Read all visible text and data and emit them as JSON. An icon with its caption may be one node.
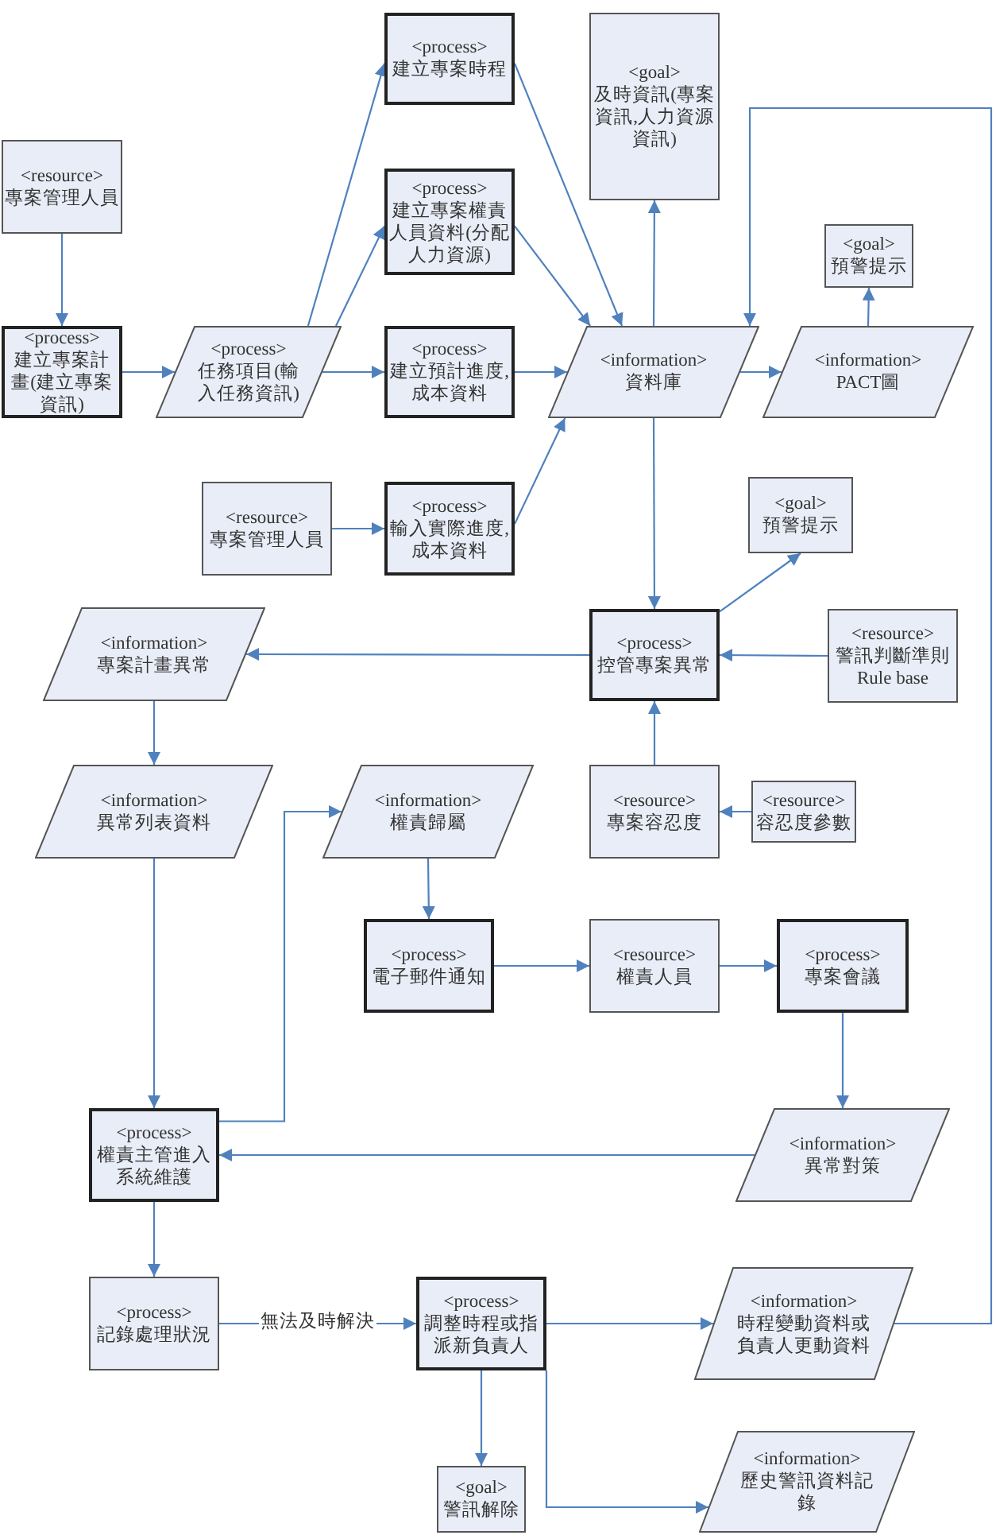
{
  "diagram": {
    "nodes": [
      {
        "text": [
          "<resource>",
          "專案管理人員"
        ]
      },
      {
        "text": [
          "<process>",
          "建立專案計畫(建立專案資訊)"
        ]
      },
      {
        "text": [
          "<process>",
          "任務項目(輸入任務資訊)"
        ]
      },
      {
        "text": [
          "<process>",
          "建立專案時程"
        ]
      },
      {
        "text": [
          "<process>",
          "建立專案權責人員資料(分配人力資源)"
        ]
      },
      {
        "text": [
          "<process>",
          "建立預計進度,成本資料"
        ]
      },
      {
        "text": [
          "<goal>",
          "及時資訊(專案資訊,人力資源資訊)"
        ]
      },
      {
        "text": [
          "<information>",
          "資料庫"
        ]
      },
      {
        "text": [
          "<goal>",
          "預警提示"
        ]
      },
      {
        "text": [
          "<information>",
          "PACT圖"
        ]
      },
      {
        "text": [
          "<resource>",
          "專案管理人員"
        ]
      },
      {
        "text": [
          "<process>",
          "輸入實際進度,成本資料"
        ]
      },
      {
        "text": [
          "<goal>",
          "預警提示"
        ]
      },
      {
        "text": [
          "<information>",
          "專案計畫異常"
        ]
      },
      {
        "text": [
          "<process>",
          "控管專案異常"
        ]
      },
      {
        "text": [
          "<resource>",
          "警訊判斷準則 Rule base"
        ]
      },
      {
        "text": [
          "<information>",
          "異常列表資料"
        ]
      },
      {
        "text": [
          "<information>",
          "權責歸屬"
        ]
      },
      {
        "text": [
          "<resource>",
          "專案容忍度"
        ]
      },
      {
        "text": [
          "<resource>",
          "容忍度參數"
        ]
      },
      {
        "text": [
          "<process>",
          "電子郵件通知"
        ]
      },
      {
        "text": [
          "<resource>",
          "權責人員"
        ]
      },
      {
        "text": [
          "<process>",
          "專案會議"
        ]
      },
      {
        "text": [
          "<process>",
          "權責主管進入系統維護"
        ]
      },
      {
        "text": [
          "<information>",
          "異常對策"
        ]
      },
      {
        "text": [
          "<process>",
          "記錄處理狀況"
        ]
      },
      {
        "text": [
          "<process>",
          "調整時程或指派新負責人"
        ]
      },
      {
        "text": [
          "<information>",
          "時程變動資料或負責人更動資料"
        ]
      },
      {
        "text": [
          "<goal>",
          "警訊解除"
        ]
      },
      {
        "text": [
          "<information>",
          "歷史警訊資料記錄"
        ]
      }
    ],
    "edges": [
      {
        "from": 0,
        "to": 1,
        "arrow": "to"
      },
      {
        "from": 1,
        "to": 2,
        "arrow": "to"
      },
      {
        "from": 2,
        "to": 3,
        "arrow": "to"
      },
      {
        "from": 2,
        "to": 4,
        "arrow": "to"
      },
      {
        "from": 2,
        "to": 5,
        "arrow": "to"
      },
      {
        "from": 3,
        "to": 7,
        "arrow": "to"
      },
      {
        "from": 4,
        "to": 7,
        "arrow": "to"
      },
      {
        "from": 5,
        "to": 7,
        "arrow": "to"
      },
      {
        "from": 11,
        "to": 7,
        "arrow": "to"
      },
      {
        "from": 7,
        "to": 6,
        "arrow": "to"
      },
      {
        "from": 7,
        "to": 9,
        "arrow": "to"
      },
      {
        "from": 9,
        "to": 8,
        "arrow": "to"
      },
      {
        "from": 10,
        "to": 11,
        "arrow": "to"
      },
      {
        "from": 7,
        "to": 14,
        "arrow": "to"
      },
      {
        "from": 14,
        "to": 12,
        "arrow": "to"
      },
      {
        "from": 15,
        "to": 14,
        "arrow": "to"
      },
      {
        "from": 14,
        "to": 13,
        "arrow": "to"
      },
      {
        "from": 13,
        "to": 16,
        "arrow": "to"
      },
      {
        "from": 18,
        "to": 14,
        "arrow": "to"
      },
      {
        "from": 19,
        "to": 18,
        "arrow": "to"
      },
      {
        "from": 16,
        "to": 23,
        "arrow": "to"
      },
      {
        "from": 23,
        "to": 17,
        "arrow": "to"
      },
      {
        "from": 17,
        "to": 20,
        "arrow": "to"
      },
      {
        "from": 20,
        "to": 21,
        "arrow": "to"
      },
      {
        "from": 21,
        "to": 22,
        "arrow": "to"
      },
      {
        "from": 22,
        "to": 24,
        "arrow": "to"
      },
      {
        "from": 24,
        "to": 23,
        "arrow": "to"
      },
      {
        "from": 23,
        "to": 25,
        "arrow": "to"
      },
      {
        "from": 25,
        "to": 26,
        "arrow": "to",
        "label": "無法及時解決"
      },
      {
        "from": 26,
        "to": 27,
        "arrow": "to"
      },
      {
        "from": 26,
        "to": 28,
        "arrow": "to"
      },
      {
        "from": 26,
        "to": 29,
        "arrow": "to"
      },
      {
        "from": 27,
        "to": 7,
        "arrow": "to"
      }
    ]
  }
}
